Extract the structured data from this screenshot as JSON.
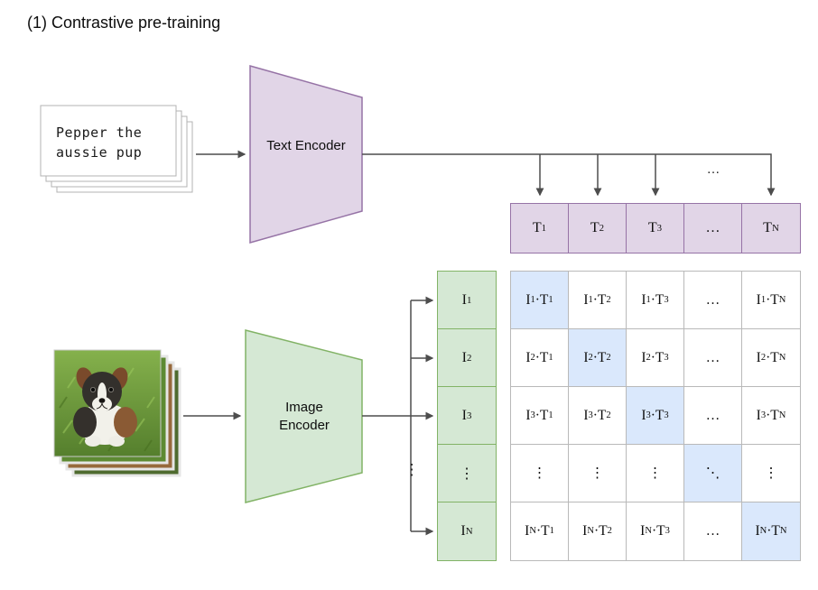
{
  "title": "(1) Contrastive pre-training",
  "text_input": {
    "text": "Pepper the\naussie pup"
  },
  "text_encoder": {
    "label": "Text Encoder"
  },
  "image_encoder": {
    "label": "Image Encoder"
  },
  "top_arrow_ellipsis": "…",
  "branch_ellipsis": "⋮",
  "text_embeddings": [
    "T_1",
    "T_2",
    "T_3",
    "…",
    "T_N"
  ],
  "image_embeddings": [
    "I_1",
    "I_2",
    "I_3",
    "⋮",
    "I_N"
  ],
  "similarity_matrix": {
    "highlighted_diagonal": true,
    "rows": [
      [
        "I_1·T_1",
        "I_1·T_2",
        "I_1·T_3",
        "…",
        "I_1·T_N"
      ],
      [
        "I_2·T_1",
        "I_2·T_2",
        "I_2·T_3",
        "…",
        "I_2·T_N"
      ],
      [
        "I_3·T_1",
        "I_3·T_2",
        "I_3·T_3",
        "…",
        "I_3·T_N"
      ],
      [
        "⋮",
        "⋮",
        "⋮",
        "⋱",
        "⋮"
      ],
      [
        "I_N·T_1",
        "I_N·T_2",
        "I_N·T_3",
        "…",
        "I_N·T_N"
      ]
    ]
  },
  "colors": {
    "purple_fill": "#e1d5e7",
    "purple_stroke": "#9673a6",
    "green_fill": "#d5e8d4",
    "green_stroke": "#82b366",
    "highlight_fill": "#dae8fc",
    "grid_line": "#b9b9b9",
    "arrow_color": "#4d4d4d",
    "card_stroke": "#b3b3b3"
  }
}
